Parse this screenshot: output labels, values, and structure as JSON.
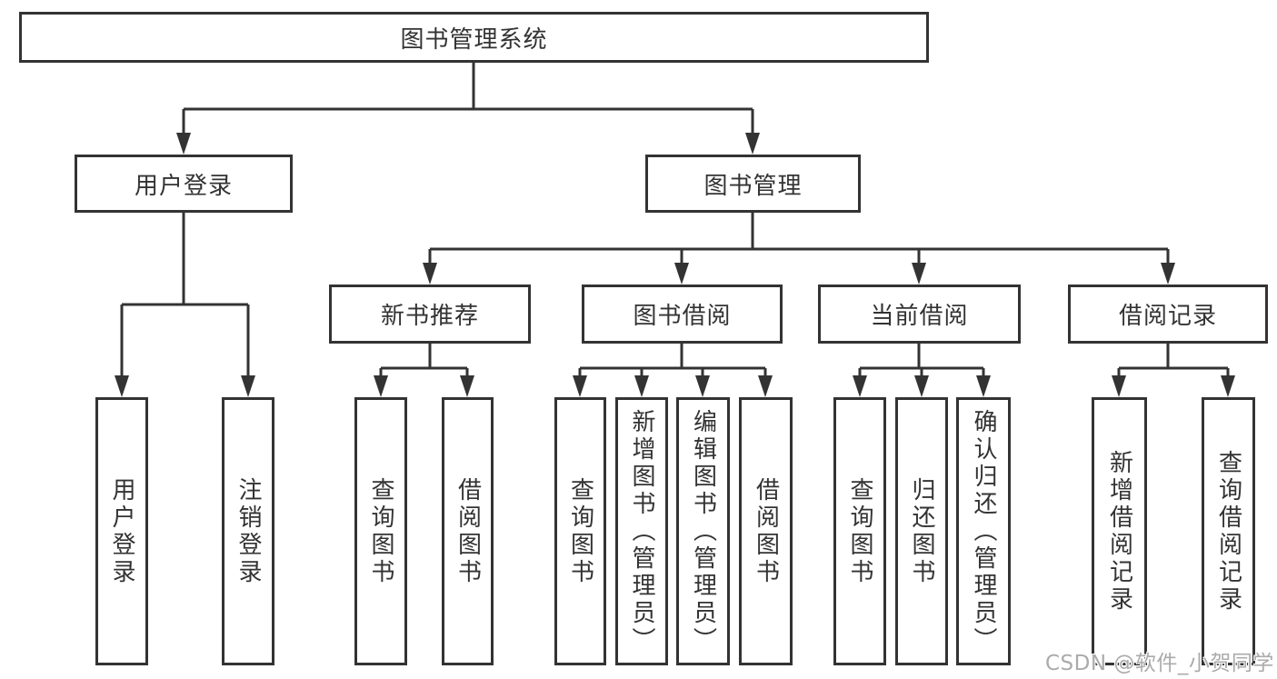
{
  "diagram_title": "图书管理系统",
  "colors": {
    "line": "#333333",
    "box_border": "#333333",
    "box_fill": "#ffffff",
    "text": "#333333",
    "watermark": "#ababab",
    "background": "#ffffff"
  },
  "nodes": {
    "root": {
      "label": "图书管理系统"
    },
    "level2": [
      {
        "id": "user-login",
        "label": "用户登录",
        "parent": "图书管理系统"
      },
      {
        "id": "book-management",
        "label": "图书管理",
        "parent": "图书管理系统"
      }
    ],
    "level3": [
      {
        "id": "new-book-recommend",
        "label": "新书推荐",
        "parent": "图书管理"
      },
      {
        "id": "book-borrowing",
        "label": "图书借阅",
        "parent": "图书管理"
      },
      {
        "id": "current-borrowing",
        "label": "当前借阅",
        "parent": "图书管理"
      },
      {
        "id": "borrow-records",
        "label": "借阅记录",
        "parent": "图书管理"
      }
    ],
    "leaves": [
      {
        "id": "user-login-leaf",
        "label": "用户登录",
        "parent": "用户登录"
      },
      {
        "id": "logout",
        "label": "注销登录",
        "parent": "用户登录"
      },
      {
        "id": "query-books-recommend",
        "label": "查询图书",
        "parent": "新书推荐"
      },
      {
        "id": "borrow-books-recommend",
        "label": "借阅图书",
        "parent": "新书推荐"
      },
      {
        "id": "query-books-borrowing",
        "label": "查询图书",
        "parent": "图书借阅"
      },
      {
        "id": "add-book-admin",
        "label": "新增图书（管理员）",
        "parent": "图书借阅"
      },
      {
        "id": "edit-book-admin",
        "label": "编辑图书（管理员）",
        "parent": "图书借阅"
      },
      {
        "id": "borrow-books-borrowing",
        "label": "借阅图书",
        "parent": "图书借阅"
      },
      {
        "id": "query-books-current",
        "label": "查询图书",
        "parent": "当前借阅"
      },
      {
        "id": "return-books",
        "label": "归还图书",
        "parent": "当前借阅"
      },
      {
        "id": "confirm-return-admin",
        "label": "确认归还（管理员）",
        "parent": "当前借阅"
      },
      {
        "id": "add-borrow-record",
        "label": "新增借阅记录",
        "parent": "借阅记录"
      },
      {
        "id": "query-borrow-record",
        "label": "查询借阅记录",
        "parent": "借阅记录"
      }
    ]
  },
  "watermark": {
    "text": "CSDN @软件_小贺同学"
  }
}
